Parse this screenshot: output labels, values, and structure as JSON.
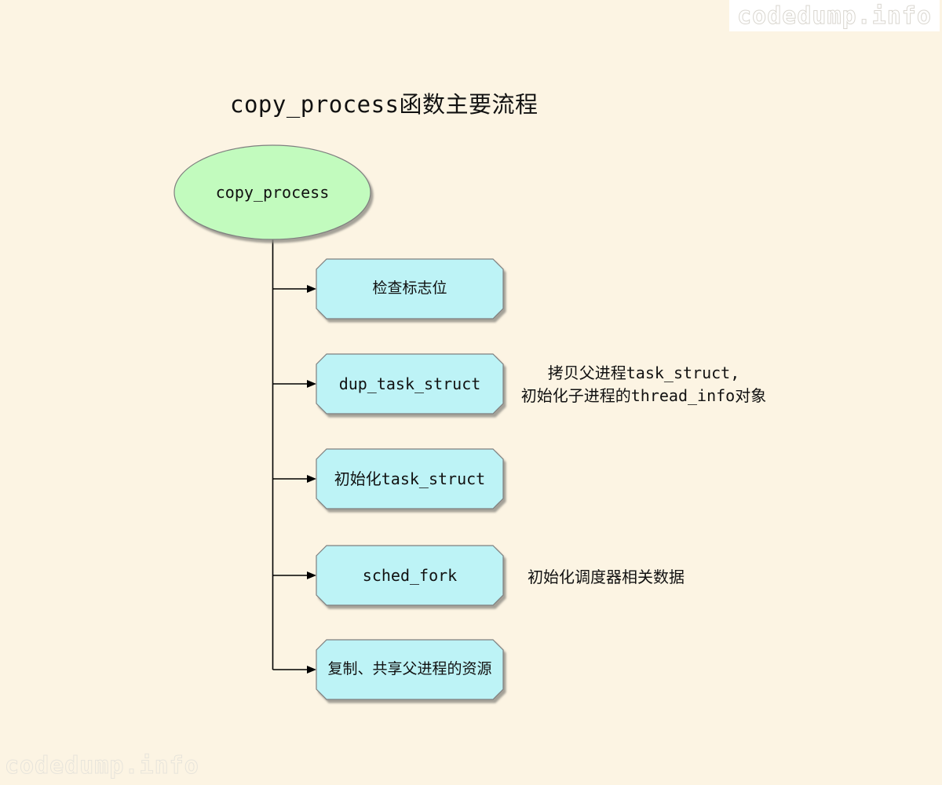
{
  "page": {
    "title": "copy_process函数主要流程",
    "background_color": "#FCF4E3"
  },
  "colors": {
    "root_node_fill": "#C2FBBE",
    "step_box_fill": "#BDF3F6",
    "shape_border": "#7F7F7F",
    "connector": "#000000"
  },
  "diagram": {
    "root_node": {
      "label": "copy_process"
    },
    "steps": [
      {
        "label": "检查标志位"
      },
      {
        "label": "dup_task_struct",
        "annotation": "拷贝父进程task_struct,\n初始化子进程的thread_info对象"
      },
      {
        "label": "初始化task_struct"
      },
      {
        "label": "sched_fork",
        "annotation": "初始化调度器相关数据"
      },
      {
        "label": "复制、共享父进程的资源"
      }
    ]
  },
  "watermarks": {
    "top_right": "codedump.info",
    "bottom_left": "codedump.info"
  }
}
